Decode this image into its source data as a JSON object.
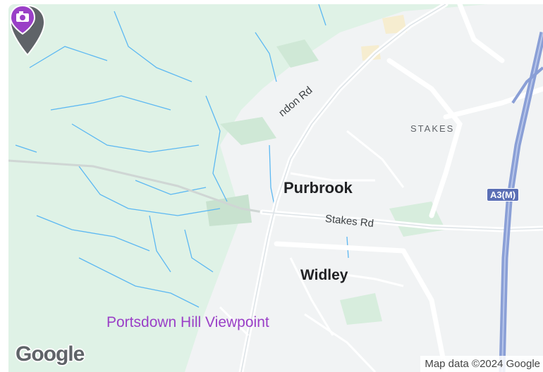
{
  "map": {
    "places": {
      "purbrook": "Purbrook",
      "widley": "Widley",
      "stakes": "STAKES"
    },
    "roads": {
      "london_rd": "ndon Rd",
      "stakes_rd": "Stakes Rd"
    },
    "poi": {
      "name": "Portsdown Hill Viewpoint",
      "icon": "camera-icon"
    },
    "shield": {
      "label": "A3(M)"
    },
    "pin_icon": "map-pin-icon",
    "logo": "Google",
    "attribution": "Map data ©2024 Google",
    "colors": {
      "land_green": "#dff2e6",
      "urban": "#f1f3f4",
      "water": "#5cb8f2",
      "motorway": "#8a9fd6",
      "pin": "#5f6368",
      "poi": "#9a3fc7"
    }
  }
}
